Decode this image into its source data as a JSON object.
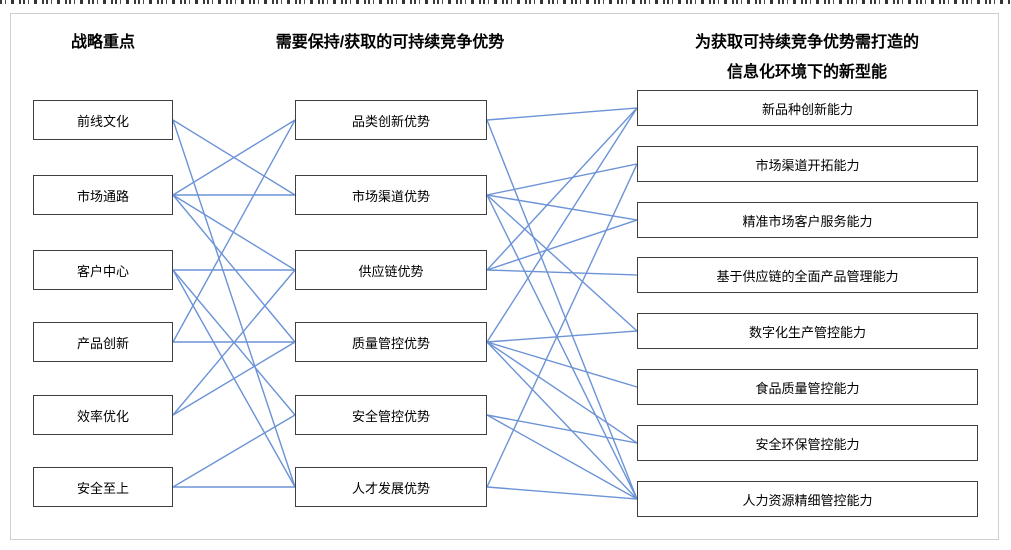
{
  "diagram": {
    "line_color": "#6b93d6",
    "columns": [
      {
        "id": "strategy",
        "header": "战略重点",
        "items": [
          "前线文化",
          "市场通路",
          "客户中心",
          "产品创新",
          "效率优化",
          "安全至上"
        ]
      },
      {
        "id": "advantages",
        "header": "需要保持/获取的可持续竞争优势",
        "items": [
          "品类创新优势",
          "市场渠道优势",
          "供应链优势",
          "质量管控优势",
          "安全管控优势",
          "人才发展优势"
        ]
      },
      {
        "id": "capabilities",
        "header_line1": "为获取可持续竞争优势需打造的",
        "header_line2": "信息化环境下的新型能",
        "items": [
          "新品种创新能力",
          "市场渠道开拓能力",
          "精准市场客户服务能力",
          "基于供应链的全面产品管理能力",
          "数字化生产管控能力",
          "食品质量管控能力",
          "安全环保管控能力",
          "人力资源精细管控能力"
        ]
      }
    ],
    "links_col1_col2": [
      [
        0,
        1
      ],
      [
        0,
        5
      ],
      [
        1,
        0
      ],
      [
        1,
        1
      ],
      [
        1,
        2
      ],
      [
        1,
        3
      ],
      [
        2,
        2
      ],
      [
        2,
        4
      ],
      [
        2,
        5
      ],
      [
        3,
        0
      ],
      [
        3,
        3
      ],
      [
        4,
        2
      ],
      [
        4,
        3
      ],
      [
        5,
        4
      ],
      [
        5,
        5
      ]
    ],
    "links_col2_col3": [
      [
        0,
        0
      ],
      [
        0,
        7
      ],
      [
        1,
        1
      ],
      [
        1,
        2
      ],
      [
        1,
        4
      ],
      [
        1,
        7
      ],
      [
        2,
        0
      ],
      [
        2,
        2
      ],
      [
        2,
        3
      ],
      [
        3,
        0
      ],
      [
        3,
        4
      ],
      [
        3,
        5
      ],
      [
        3,
        6
      ],
      [
        3,
        7
      ],
      [
        4,
        6
      ],
      [
        4,
        7
      ],
      [
        5,
        1
      ],
      [
        5,
        7
      ]
    ]
  }
}
